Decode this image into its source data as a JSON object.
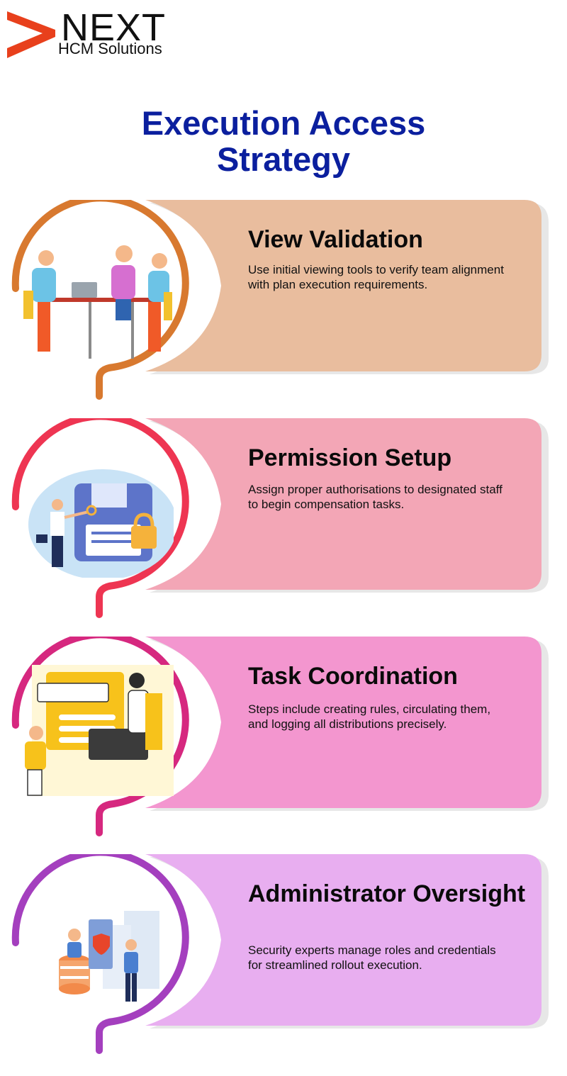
{
  "brand": {
    "logo_word": "NEXT",
    "logo_sub": "HCM Solutions",
    "logo_color": "#e8401c"
  },
  "page": {
    "title_line1": "Execution Access",
    "title_line2": "Strategy",
    "title_color": "#0b1f9e"
  },
  "cards": [
    {
      "title": "View Validation",
      "description": "Use initial viewing tools to verify team alignment with plan execution requirements.",
      "fill": "#e9bd9e",
      "ring": "#d8792f",
      "illustration": "team-meeting-illustration"
    },
    {
      "title": "Permission Setup",
      "description": "Assign proper authorisations to designated staff to begin compensation tasks.",
      "fill": "#f3a6b6",
      "ring": "#ee3552",
      "illustration": "key-and-lock-illustration"
    },
    {
      "title": "Task Coordination",
      "description": "Steps include creating rules, circulating them, and logging all distributions precisely.",
      "fill": "#f396cf",
      "ring": "#d6287f",
      "illustration": "coordination-illustration"
    },
    {
      "title": "Administrator Oversight",
      "description": "Security experts manage roles and credentials for streamlined rollout execution.",
      "fill": "#e8aef0",
      "ring": "#a43fbe",
      "illustration": "server-security-illustration"
    }
  ]
}
